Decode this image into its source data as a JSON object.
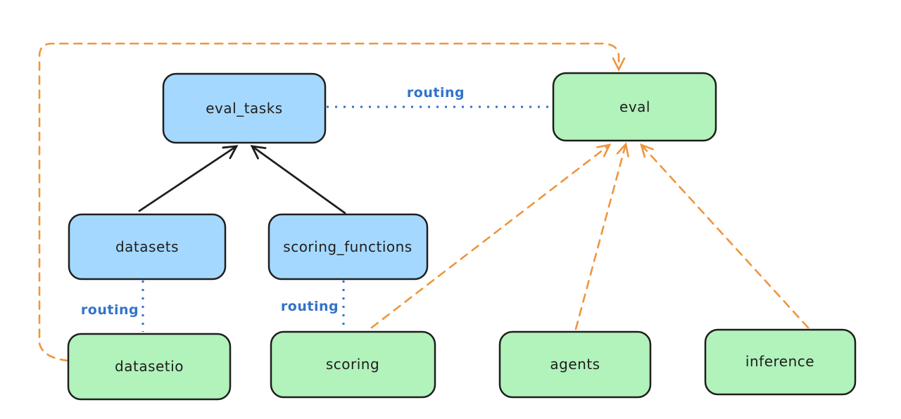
{
  "diagram": {
    "background_color": "#ffffff",
    "colors": {
      "blue_box_fill": "#a5d8ff",
      "green_box_fill": "#b2f2bb",
      "box_stroke": "#1e1e1e",
      "orange_dashed_edge": "#ef953d",
      "blue_dotted_edge": "#3273c8",
      "black_solid_edge": "#1e1e1e",
      "routing_text": "#3273c8"
    },
    "nodes": [
      {
        "id": "eval_tasks",
        "label": "eval_tasks",
        "color": "#a5d8ff"
      },
      {
        "id": "eval",
        "label": "eval",
        "color": "#b2f2bb"
      },
      {
        "id": "datasets",
        "label": "datasets",
        "color": "#a5d8ff"
      },
      {
        "id": "scoring_functions",
        "label": "scoring_functions",
        "color": "#a5d8ff"
      },
      {
        "id": "datasetio",
        "label": "datasetio",
        "color": "#b2f2bb"
      },
      {
        "id": "scoring",
        "label": "scoring",
        "color": "#b2f2bb"
      },
      {
        "id": "agents",
        "label": "agents",
        "color": "#b2f2bb"
      },
      {
        "id": "inference",
        "label": "inference",
        "color": "#b2f2bb"
      }
    ],
    "edges": [
      {
        "from": "datasets",
        "to": "eval_tasks",
        "style": "solid-black-arrow"
      },
      {
        "from": "scoring_functions",
        "to": "eval_tasks",
        "style": "solid-black-arrow"
      },
      {
        "from": "eval_tasks",
        "to": "eval",
        "style": "dotted-blue",
        "label": "routing"
      },
      {
        "from": "datasets",
        "to": "datasetio",
        "style": "dotted-blue",
        "label": "routing"
      },
      {
        "from": "scoring_functions",
        "to": "scoring",
        "style": "dotted-blue",
        "label": "routing"
      },
      {
        "from": "datasetio",
        "to": "eval",
        "style": "dashed-orange-arrow"
      },
      {
        "from": "scoring",
        "to": "eval",
        "style": "dashed-orange-arrow"
      },
      {
        "from": "agents",
        "to": "eval",
        "style": "dashed-orange-arrow"
      },
      {
        "from": "inference",
        "to": "eval",
        "style": "dashed-orange-arrow"
      }
    ],
    "edge_labels": [
      {
        "text": "routing"
      },
      {
        "text": "routing"
      },
      {
        "text": "routing"
      }
    ]
  }
}
